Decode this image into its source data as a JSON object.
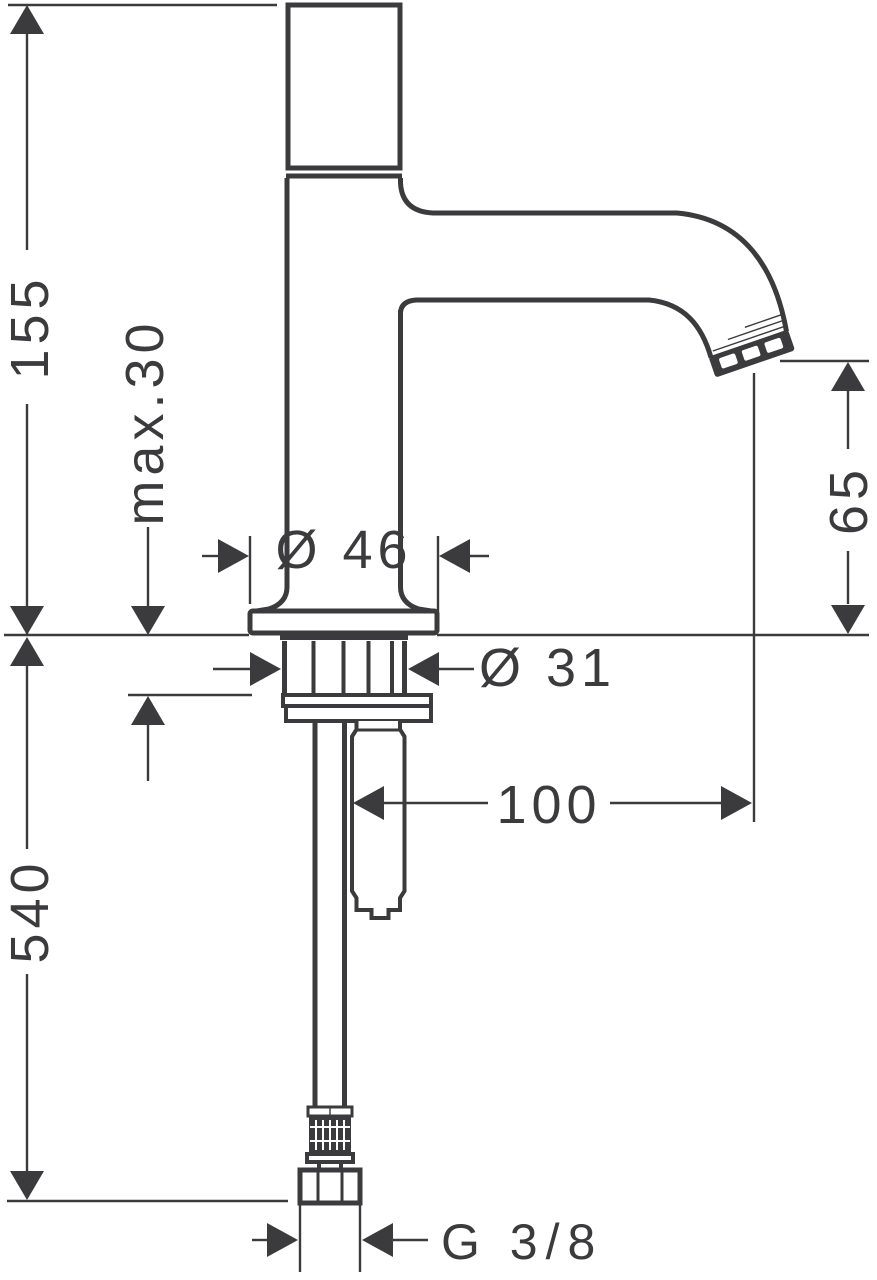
{
  "diagram": {
    "subject": "Pillar tap (single-hole basin faucet) side-view technical drawing with installation dimensions",
    "units": "mm",
    "line_color": "#3b3b3d",
    "background_color": "#ffffff",
    "labels": {
      "overall_height": "155",
      "max_deck_thickness": "max.30",
      "body_diameter": "Ø 46",
      "shank_diameter": "Ø 31",
      "outlet_height": "65",
      "spout_reach": "100",
      "hose_length": "540",
      "thread_size": "G 3/8"
    }
  }
}
